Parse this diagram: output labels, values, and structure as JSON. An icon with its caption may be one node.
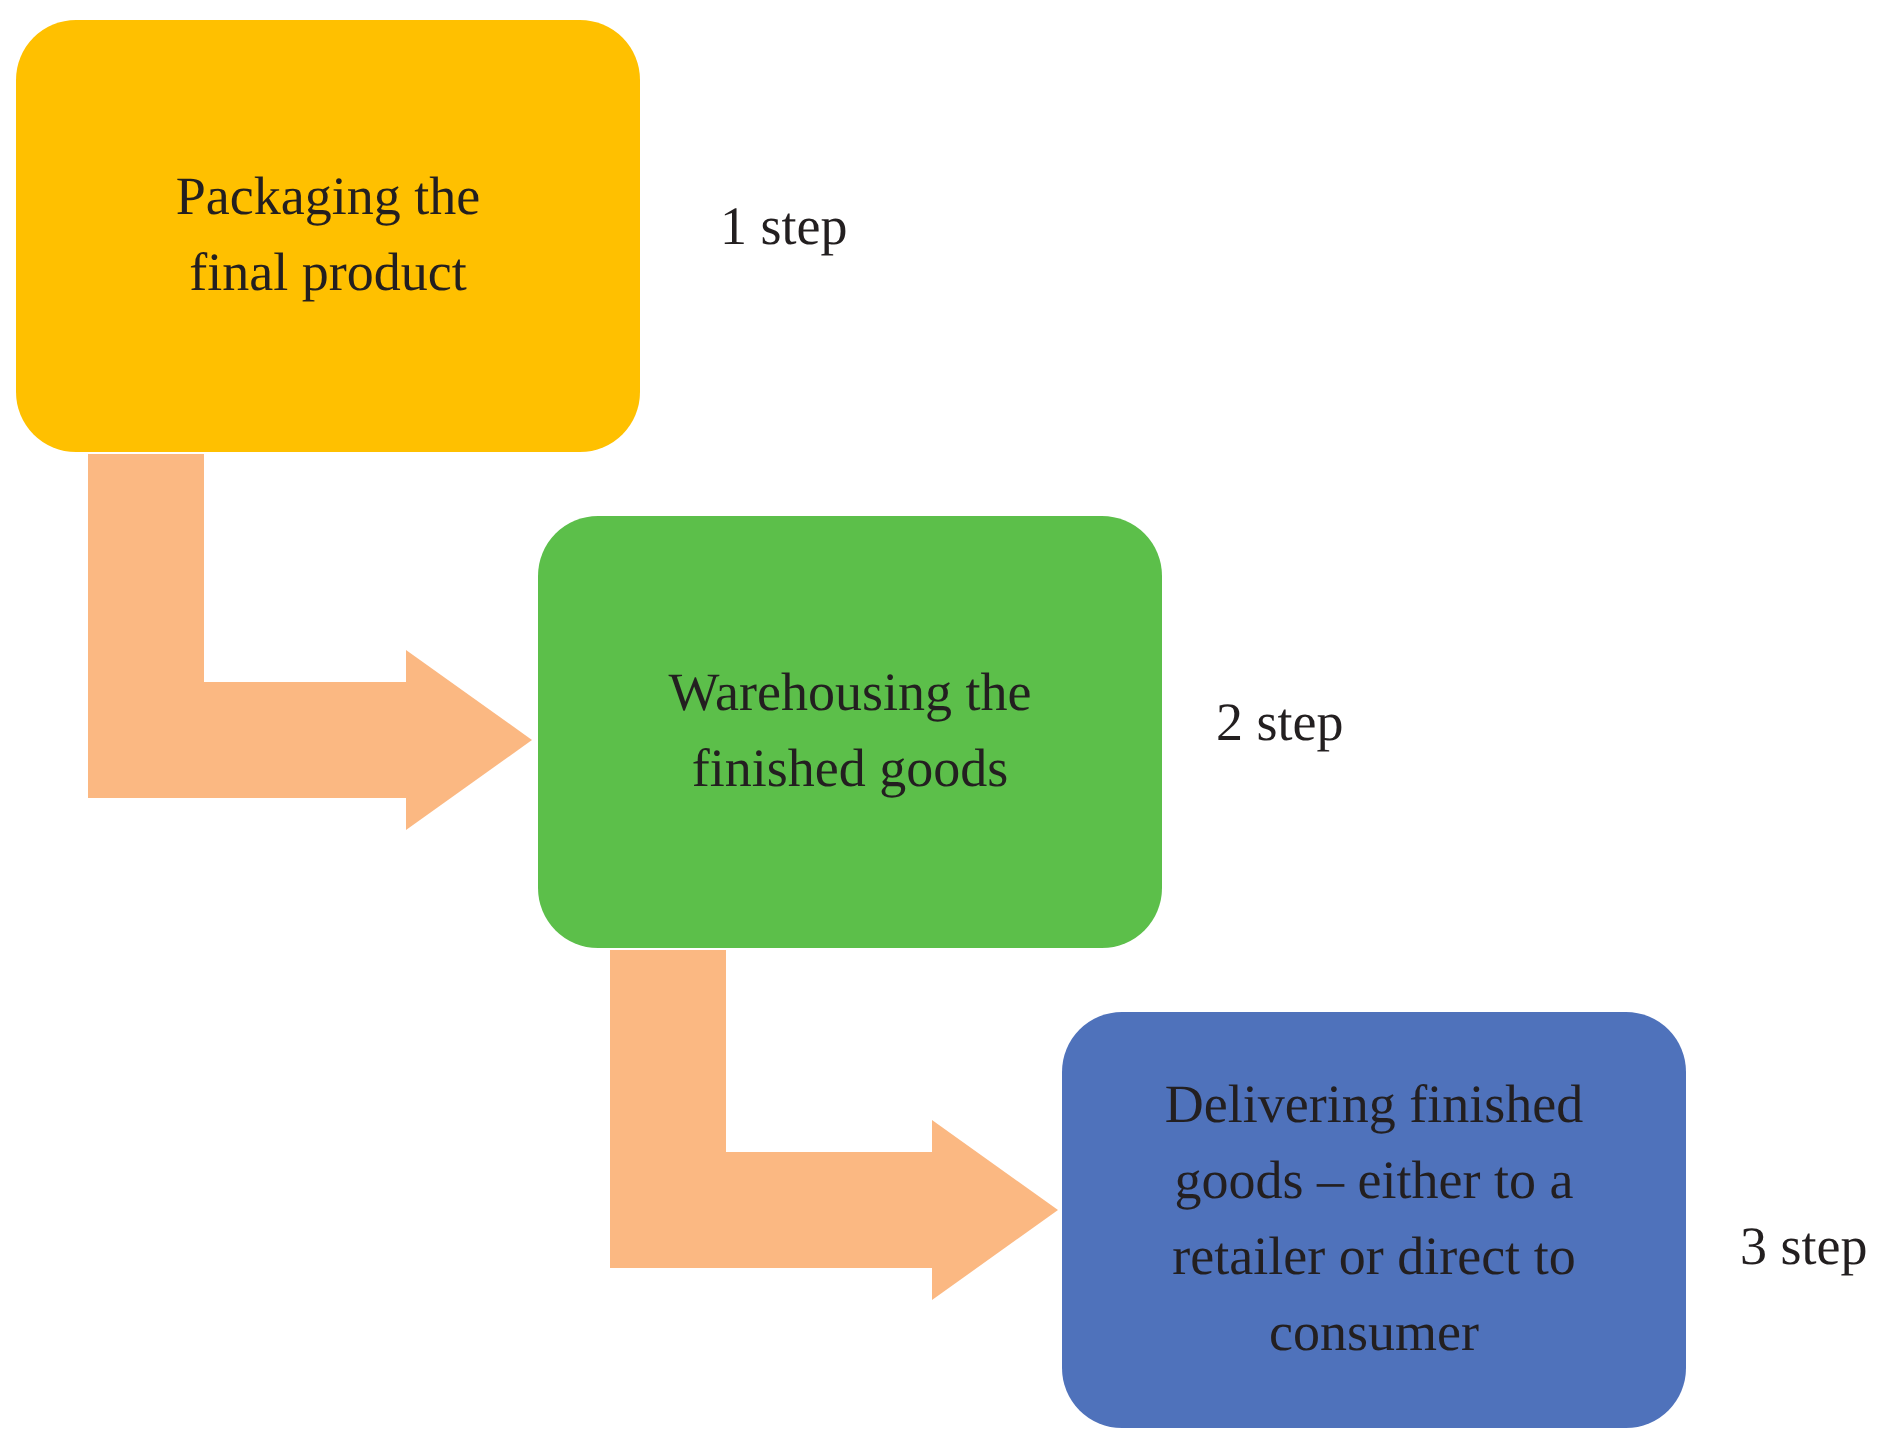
{
  "diagram": {
    "nodes": [
      {
        "text": [
          "Packaging the final product"
        ],
        "beside": [
          "1 step"
        ]
      },
      {
        "text": [
          "Warehousing the finished goods"
        ],
        "beside": [
          "2 step"
        ]
      },
      {
        "text": [
          "Delivering finished goods – either to a retailer or direct to consumer"
        ],
        "beside": [
          "3 step"
        ]
      }
    ],
    "edges": [
      {
        "from": 0,
        "to": 1,
        "arrow": "to"
      },
      {
        "from": 1,
        "to": 2,
        "arrow": "to"
      }
    ]
  }
}
